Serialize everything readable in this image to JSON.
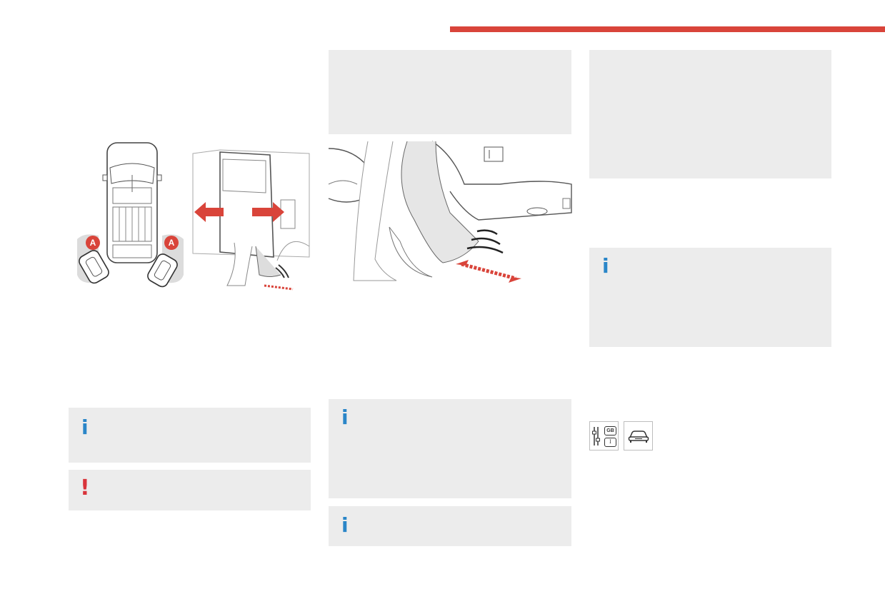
{
  "page": {
    "accent_color": "#d9443a",
    "info_color": "#2a86c8",
    "warning_color": "#d9343b",
    "panel_color": "#ececec"
  },
  "figures": {
    "van_keys": {
      "label_a_left": "A",
      "label_a_right": "A"
    }
  },
  "notes": {
    "info_left": {
      "icon": "info-icon",
      "glyph": "i"
    },
    "warning_left": {
      "icon": "warning-icon",
      "glyph": "!"
    },
    "info_mid_1": {
      "icon": "info-icon",
      "glyph": "i"
    },
    "info_mid_2": {
      "icon": "info-icon",
      "glyph": "i"
    },
    "info_right": {
      "icon": "info-icon",
      "glyph": "i"
    }
  },
  "pictograms": {
    "settings_badge_top": "GB",
    "settings_badge_bottom": "I"
  }
}
